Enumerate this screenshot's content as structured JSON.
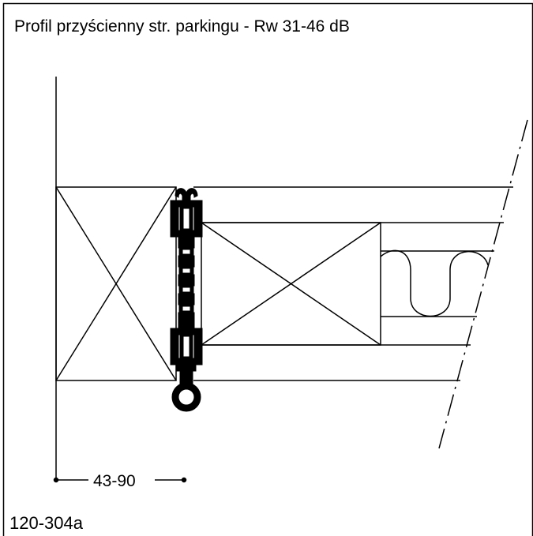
{
  "diagram": {
    "title": "Profil przyścienny str. parkingu - Rw 31-46 dB",
    "dimension_label": "43-90",
    "drawing_code": "120-304a"
  },
  "colors": {
    "line": "#000000",
    "background": "#ffffff"
  }
}
